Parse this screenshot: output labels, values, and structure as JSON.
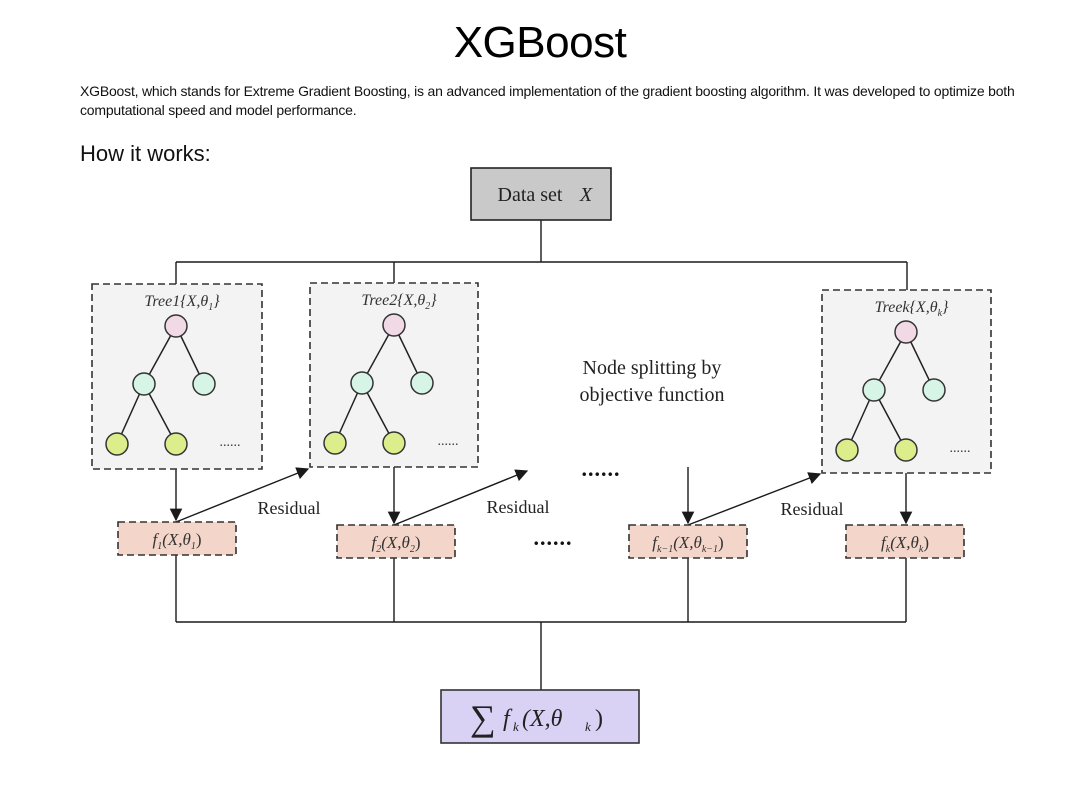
{
  "page": {
    "title": "XGBoost",
    "description": "XGBoost, which stands for Extreme Gradient Boosting, is an advanced implementation of the gradient boosting algorithm. It was developed to optimize both computational speed and model performance.",
    "subtitle": "How it works:"
  },
  "diagram": {
    "dataset": {
      "label": "Data set",
      "var": "X"
    },
    "trees": [
      {
        "label_prefix": "Tree1",
        "args": "{X,θ",
        "sub": "1",
        "close": "}"
      },
      {
        "label_prefix": "Tree2",
        "args": "{X,θ",
        "sub": "2",
        "close": "}"
      },
      {
        "label_prefix": "Treek",
        "args": "{X,θ",
        "sub": "k",
        "close": "}"
      }
    ],
    "tree_ellipsis": "......",
    "node_splitting_line1": "Node splitting by",
    "node_splitting_line2": "objective function",
    "middle_ellipsis_top": "......",
    "middle_ellipsis_bottom": "......",
    "residual_label": "Residual",
    "functions": [
      {
        "f": "f",
        "fsub": "1",
        "args": "(X,θ",
        "tsub": "1",
        "close": ")"
      },
      {
        "f": "f",
        "fsub": "2",
        "args": "(X,θ",
        "tsub": "2",
        "close": ")"
      },
      {
        "f": "f",
        "fsub": "k−1",
        "args": "(X,θ",
        "tsub": "k−1",
        "close": ")"
      },
      {
        "f": "f",
        "fsub": "k",
        "args": "(X,θ",
        "tsub": "k",
        "close": ")"
      }
    ],
    "sum": {
      "sigma": "∑",
      "f": "f",
      "fsub": "k",
      "args": "(X,θ",
      "tsub": "k",
      "close": ")"
    },
    "colors": {
      "dataset_fill": "#c9c9c9",
      "tree_box_fill": "#f3f3f3",
      "root_node": "#f2d9e6",
      "mid_node": "#d6f5e6",
      "leaf_node": "#dcee8c",
      "function_fill": "#f3d6c9",
      "sum_fill": "#d9d2f5",
      "line": "#1a1a1a"
    }
  }
}
